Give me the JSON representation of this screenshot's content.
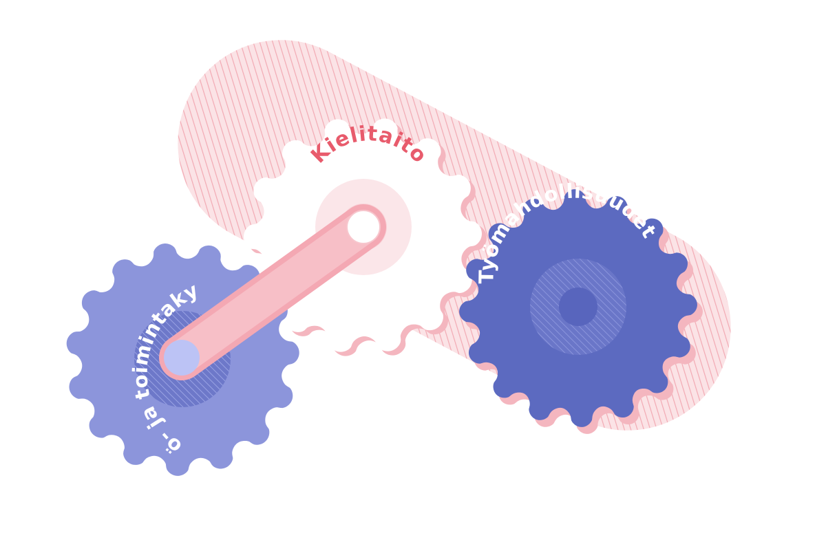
{
  "labels": {
    "kielitaito": "Kielitaito",
    "tyomahdollisuudet": "Työmahdollisuudet",
    "tyo_ja_toimintakyky": "Työ- ja toimintakyky"
  },
  "colors": {
    "background": "#ffffff",
    "band_pink": "#fadadd",
    "band_stripe": "#f4a6b0",
    "gear_white": "#ffffff",
    "gear_white_shadow": "#f4b6bf",
    "gear_dark_blue": "#5c6ac0",
    "gear_dark_shadow": "#f4b6bf",
    "gear_light_blue": "#8c95db",
    "hub_pink": "#f9d8dc",
    "link_pink": "#f4a8b3",
    "pin_light": "#bcc3f5",
    "text_pink": "#e85b6c",
    "text_white": "#ffffff"
  }
}
